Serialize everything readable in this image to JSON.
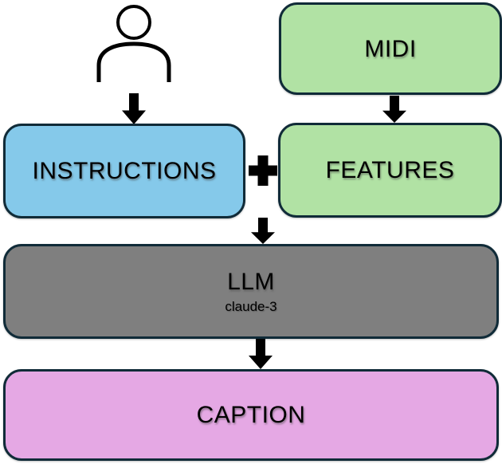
{
  "diagram": {
    "type": "flowchart",
    "nodes": {
      "user": {
        "icon": "user-icon"
      },
      "midi": {
        "label": "MIDI",
        "fill": "#B1E2A4"
      },
      "instructions": {
        "label": "INSTRUCTIONS",
        "fill": "#85C9EA"
      },
      "features": {
        "label": "FEATURES",
        "fill": "#B1E2A4"
      },
      "llm": {
        "label": "LLM",
        "sublabel": "claude-3",
        "fill": "#7F7F7F"
      },
      "caption": {
        "label": "CAPTION",
        "fill": "#E5A8E4"
      }
    },
    "operator": {
      "symbol": "+"
    },
    "edges": [
      {
        "from": "user",
        "to": "instructions"
      },
      {
        "from": "midi",
        "to": "features"
      },
      {
        "from": "instructions+features",
        "to": "llm"
      },
      {
        "from": "llm",
        "to": "caption"
      }
    ],
    "colors": {
      "node_border": "#102B38",
      "arrow": "#000000",
      "icon_stroke": "#000000",
      "text": "#000000",
      "background": "#FFFFFF"
    }
  }
}
